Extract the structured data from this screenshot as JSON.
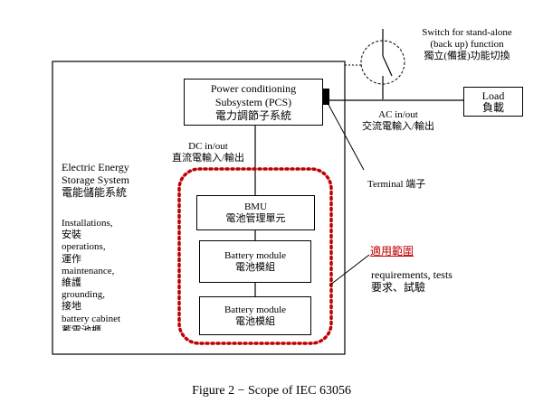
{
  "switch_label": {
    "line1": "Switch for stand-alone",
    "line2": "(back up) function",
    "line3": "獨立(備援)功能切換"
  },
  "pcs": {
    "line1": "Power conditioning",
    "line2": "Subsystem (PCS)",
    "line3": "電力調節子系統"
  },
  "load": {
    "line1": "Load",
    "line2": "負載"
  },
  "ac_label": {
    "line1": "AC in/out",
    "line2": "交流電輸入/輸出"
  },
  "dc_label": {
    "line1": "DC in/out",
    "line2": "直流電輸入/輸出"
  },
  "terminal_label": "Terminal  端子",
  "ess_label": {
    "line1": "Electric Energy",
    "line2": "Storage System",
    "line3": "電能儲能系統"
  },
  "side_list": [
    "Installations,",
    "安裝",
    "operations,",
    "運作",
    "maintenance,",
    "維護",
    "grounding,",
    "接地",
    "battery cabinet",
    "蓄電池櫃"
  ],
  "bmu": {
    "line1": "BMU",
    "line2": "電池管理單元"
  },
  "battery_module_1": {
    "line1": "Battery module",
    "line2": "電池模組"
  },
  "battery_module_2": {
    "line1": "Battery module",
    "line2": "電池模組"
  },
  "scope_label": "適用範圍",
  "requirements_label": {
    "line1": "requirements, tests",
    "line2": "要求、試驗"
  },
  "caption": "Figure 2 − Scope of IEC 63056",
  "colors": {
    "dashed_outline": "#c00000",
    "lines": "#000000"
  }
}
